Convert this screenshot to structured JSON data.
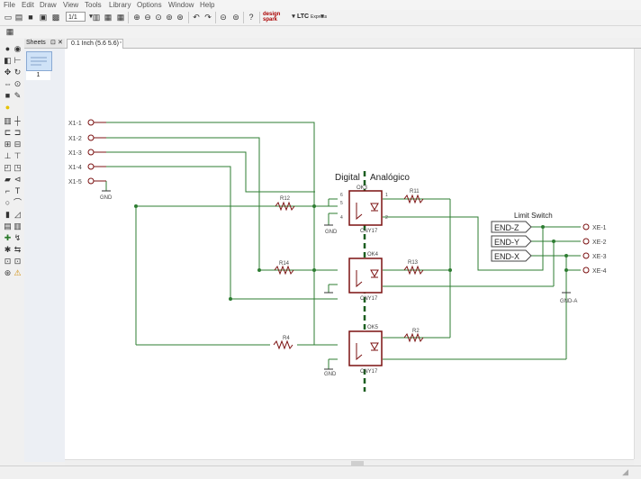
{
  "menu": [
    "File",
    "Edit",
    "Draw",
    "View",
    "Tools",
    "Library",
    "Options",
    "Window",
    "Help"
  ],
  "toolbar": {
    "page_box": "1/1",
    "brand_logo": "design\nspark",
    "brand_ltc": "LTC",
    "brand_ltc_sub": "Express",
    "icons": [
      "new-icon",
      "open-icon",
      "save-icon",
      "print-icon",
      "print-preview-icon",
      "zoom-select-icon",
      "zoom-in-icon",
      "zoom-out-icon",
      "zoom-fit-icon",
      "zoom-area-icon",
      "undo-icon",
      "redo-icon",
      "stop-icon",
      "help-icon"
    ]
  },
  "toolbar2": {
    "icon": "grid-icon"
  },
  "left_tools": [
    "info-icon",
    "eye-icon",
    "component-icon",
    "pin-icon",
    "move-icon",
    "rotate-icon",
    "mirror-icon",
    "target-icon",
    "rectangle-icon",
    "wrench-icon",
    "yellow-dot-icon",
    "trash-icon",
    "bus-icon",
    "net-icon",
    "junction-icon",
    "text-icon",
    "arc-icon",
    "circle-icon",
    "filled-rect-icon",
    "line-icon",
    "bar-icon",
    "table-icon",
    "plus-icon",
    "gear-icon",
    "connector-icon",
    "warning-icon"
  ],
  "sheets_panel": {
    "title": "Sheets",
    "sheet_number": "1"
  },
  "tab": {
    "label": "0.1 Inch (5.6 5.6)"
  },
  "schematic": {
    "inputs": [
      "X1-1",
      "X1-2",
      "X1-3",
      "X1-4",
      "X1-5"
    ],
    "gnd_label": "GND",
    "title_digital": "Digital",
    "title_analog": "Analógico",
    "resistors": [
      "R12",
      "R11",
      "R14",
      "R13",
      "R4",
      "R2"
    ],
    "opto": [
      {
        "ref": "OK3",
        "part": "CNY17"
      },
      {
        "ref": "OK4",
        "part": "CNY17"
      },
      {
        "ref": "OK5",
        "part": "CNY17"
      }
    ],
    "pin_numbers": [
      "6",
      "5",
      "4",
      "1",
      "2"
    ],
    "limit_title": "Limit Switch",
    "limit_labels": [
      "END-Z",
      "END-Y",
      "END-X"
    ],
    "outputs": [
      "XE-1",
      "XE-2",
      "XE-3",
      "XE-4"
    ],
    "gnd_a": "GND-A"
  },
  "colors": {
    "wire": "#2e7d32",
    "component": "#7b1010",
    "boundary": "#1b5e20",
    "pin": "#7b1010"
  }
}
